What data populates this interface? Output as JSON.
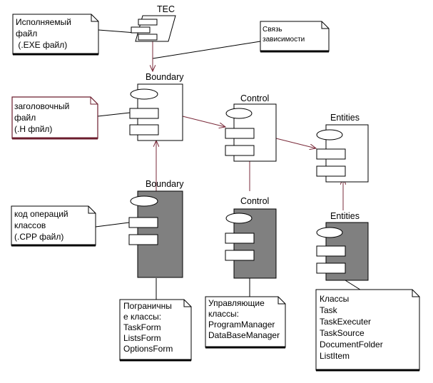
{
  "components": {
    "tec": {
      "label": "TEC"
    },
    "boundary_header": {
      "label": "Boundary"
    },
    "control_header": {
      "label": "Control"
    },
    "entities_header": {
      "label": "Entities"
    },
    "boundary_impl": {
      "label": "Boundary"
    },
    "control_impl": {
      "label": "Control"
    },
    "entities_impl": {
      "label": "Entities"
    }
  },
  "notes": {
    "exe": {
      "lines": [
        "Исполняемый",
        "файл",
        " (.EXE файл)"
      ]
    },
    "dependency": {
      "lines": [
        "Связь",
        "зависимости"
      ]
    },
    "header": {
      "lines": [
        "заголовочный",
        "файл",
        "(.Н фпйл)"
      ]
    },
    "cpp": {
      "lines": [
        "код операций",
        "классов",
        "(.CPP файл)"
      ]
    },
    "boundary_classes": {
      "lines": [
        "Пограничны",
        "е классы:",
        "TaskForm",
        "ListsForm",
        "OptionsForm"
      ]
    },
    "control_classes": {
      "lines": [
        "Управляющие",
        "классы:",
        "ProgramManager",
        "DataBaseManager"
      ]
    },
    "entity_classes": {
      "lines": [
        "Классы",
        "Task",
        "TaskExecuter",
        "TaskSource",
        "DocumentFolder",
        "ListItem"
      ]
    }
  },
  "colors": {
    "line": "#000000",
    "arrow": "#7a2a3a",
    "header_note_border": "#6b1c2c",
    "impl_fill": "#808080",
    "white": "#ffffff"
  }
}
